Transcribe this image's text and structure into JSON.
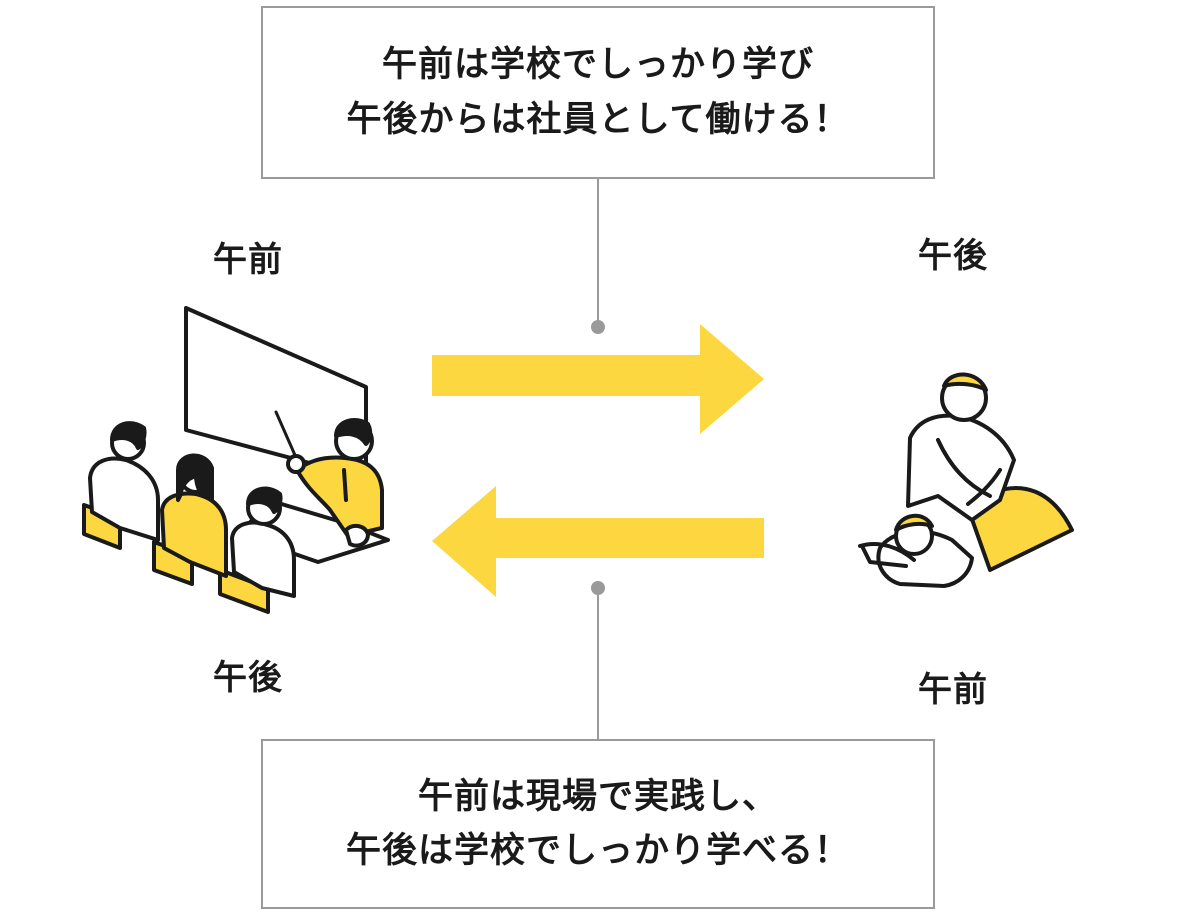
{
  "top_callout": {
    "line1": "午前は学校でしっかり学び",
    "line2": "午後からは社員として働ける！"
  },
  "bottom_callout": {
    "line1": "午前は現場で実践し、",
    "line2": "午後は学校でしっかり学べる！"
  },
  "school_side": {
    "top_label": "午前",
    "bottom_label": "午後"
  },
  "work_side": {
    "top_label": "午後",
    "bottom_label": "午前"
  },
  "colors": {
    "accent_yellow": "#fdd73f",
    "outline": "#1a1a1a",
    "border_gray": "#9a9a9a"
  },
  "icons": {
    "classroom": "classroom-illustration",
    "massage": "massage-therapist-illustration",
    "arrow_right": "arrow-right-icon",
    "arrow_left": "arrow-left-icon"
  }
}
